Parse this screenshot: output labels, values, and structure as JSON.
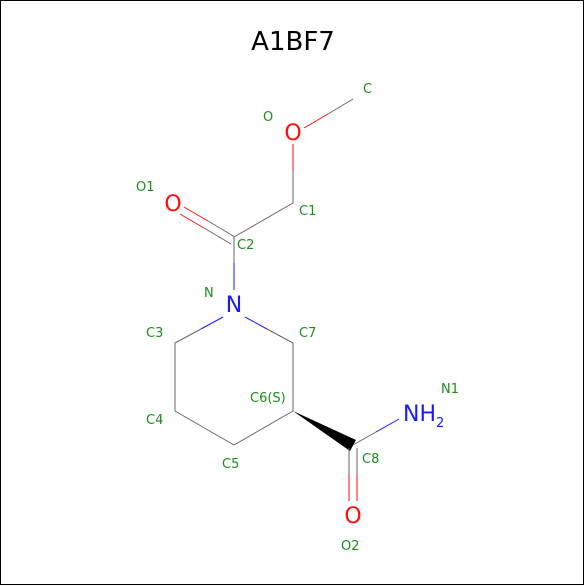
{
  "title": "A1BF7",
  "colors": {
    "carbon_bond": "#666666",
    "oxygen": "#ff0d0d",
    "nitrogen": "#1a1aff",
    "atom_name": "#1a8c1a",
    "background": "#ffffff"
  },
  "atoms": {
    "o_methoxy": {
      "label": "O",
      "name": "O"
    },
    "c_methyl": {
      "name": "C"
    },
    "c1": {
      "name": "C1"
    },
    "o1": {
      "label": "O",
      "name": "O1"
    },
    "c2": {
      "name": "C2"
    },
    "n": {
      "label": "N",
      "name": "N"
    },
    "c3": {
      "name": "C3"
    },
    "c7": {
      "name": "C7"
    },
    "c4": {
      "name": "C4"
    },
    "c6": {
      "name": "C6(S)"
    },
    "c5": {
      "name": "C5"
    },
    "n1": {
      "label": "NH",
      "subscript": "2",
      "name": "N1"
    },
    "c8": {
      "name": "C8"
    },
    "o2": {
      "label": "O",
      "name": "O2"
    }
  }
}
